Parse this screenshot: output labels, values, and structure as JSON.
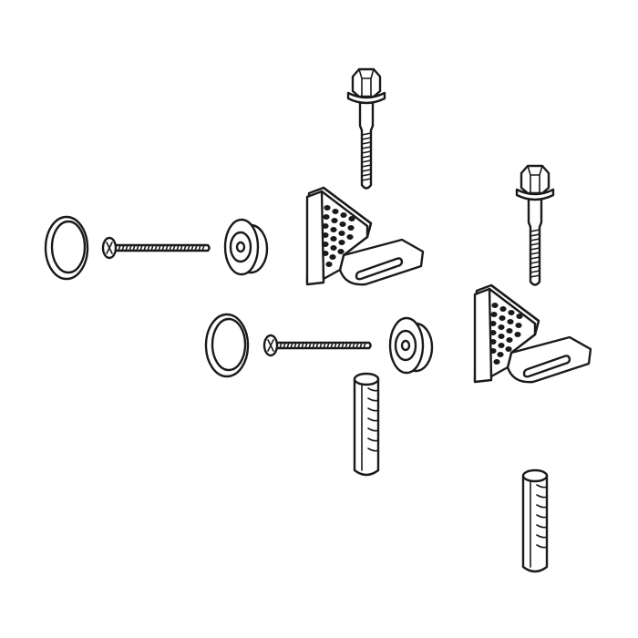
{
  "figure": {
    "background": "#ffffff",
    "ink": "#1a1a1a"
  },
  "parts": {
    "bolts": [
      "hex-bolt",
      "hex-bolt"
    ],
    "brackets": [
      "l-bracket",
      "l-bracket"
    ],
    "caps": [
      "cap-front",
      "cap-back",
      "cap-front",
      "cap-back"
    ],
    "screws": [
      "machine-screw",
      "machine-screw"
    ],
    "anchors": [
      "wall-plug",
      "wall-plug"
    ]
  }
}
